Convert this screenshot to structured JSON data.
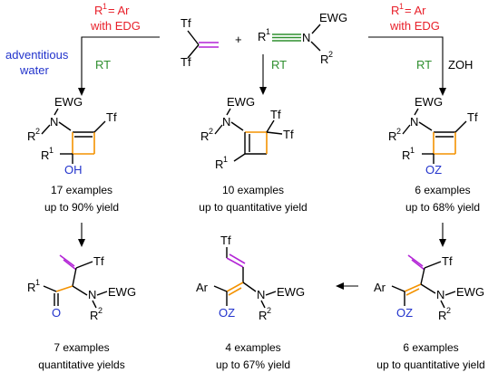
{
  "labels": {
    "tf": "Tf",
    "ewg": "EWG",
    "r": "R",
    "one": "1",
    "two": "2",
    "n": "N",
    "oh": "OH",
    "oz": "OZ",
    "o": "O",
    "ar": "Ar",
    "plus": "+"
  },
  "conditions": {
    "left_r1": "R",
    "left_r1_sup": "1",
    "left_r1_rest": "= Ar",
    "left_edg": "with EDG",
    "left_water_1": "adventitious",
    "left_water_2": "water",
    "rt": "RT",
    "right_r1": "R",
    "right_r1_sup": "1",
    "right_r1_rest": "= Ar",
    "right_edg": "with EDG",
    "zoh": "ZOH"
  },
  "products": [
    {
      "examples": "17 examples",
      "yield": "up to 90% yield"
    },
    {
      "examples": "10 examples",
      "yield": "up to quantitative yield"
    },
    {
      "examples": "6 examples",
      "yield": "up to 68% yield"
    },
    {
      "examples": "7 examples",
      "yield": "quantitative yields"
    },
    {
      "examples": "4 examples",
      "yield": "up to 67% yield"
    },
    {
      "examples": "6 examples",
      "yield": "up to quantitative yield"
    }
  ],
  "colors": {
    "condition_red": "#e8202a",
    "water_blue": "#2233cc",
    "rt_green": "#2f8f2f",
    "alkene_purple": "#b324d6",
    "ring_orange": "#f39200",
    "alkyne_green": "#2f8f2f"
  }
}
